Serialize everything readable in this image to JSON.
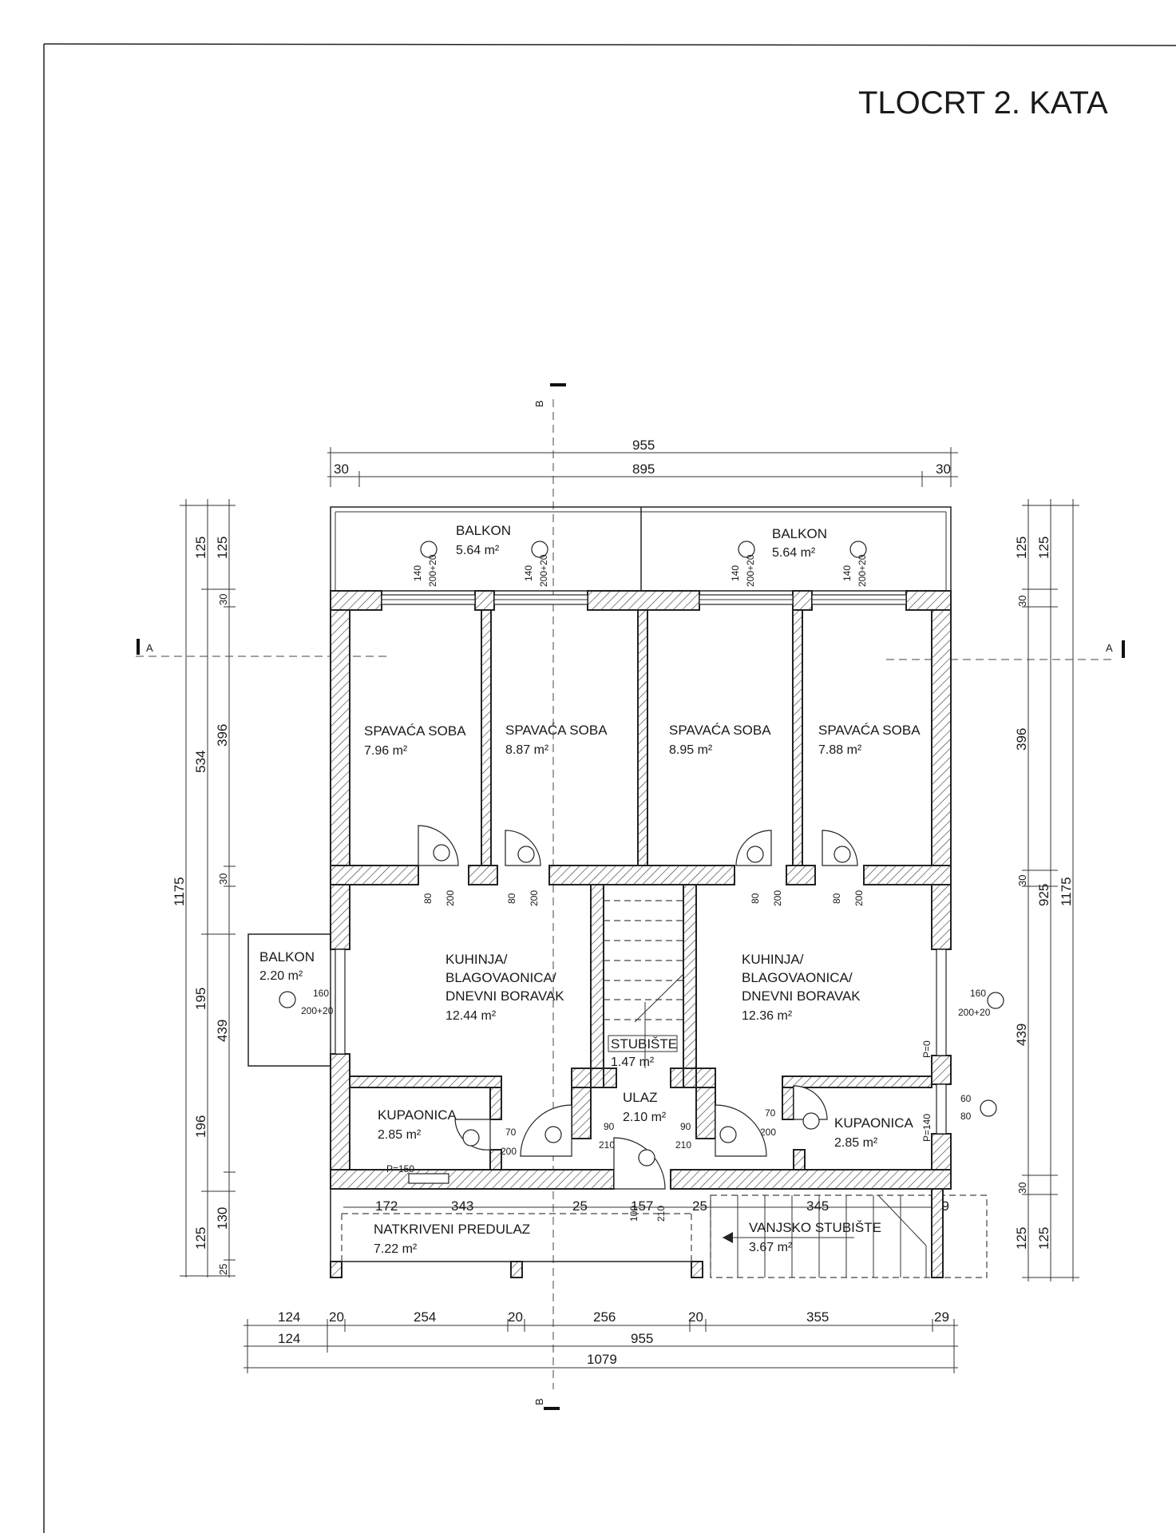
{
  "title": "TLOCRT 2. KATA",
  "section_markers": {
    "a_left": "A",
    "a_right": "A",
    "b_top": "B",
    "b_bottom": "B"
  },
  "rooms": {
    "balkon_top_left": {
      "name": "BALKON",
      "area": "5.64 m²"
    },
    "balkon_top_right": {
      "name": "BALKON",
      "area": "5.64 m²"
    },
    "balkon_side": {
      "name": "BALKON",
      "area": "2.20 m²"
    },
    "bed_1": {
      "name": "SPAVAĆA SOBA",
      "area": "7.96 m²"
    },
    "bed_2": {
      "name": "SPAVAĆA SOBA",
      "area": "8.87 m²"
    },
    "bed_3": {
      "name": "SPAVAĆA SOBA",
      "area": "8.95 m²"
    },
    "bed_4": {
      "name": "SPAVAĆA SOBA",
      "area": "7.88 m²"
    },
    "living_left": {
      "line1": "KUHINJA/",
      "line2": "BLAGOVAONICA/",
      "line3": "DNEVNI BORAVAK",
      "area": "12.44 m²"
    },
    "living_right": {
      "line1": "KUHINJA/",
      "line2": "BLAGOVAONICA/",
      "line3": "DNEVNI BORAVAK",
      "area": "12.36 m²"
    },
    "stair": {
      "name": "STUBIŠTE",
      "area": "1.47 m²"
    },
    "entry": {
      "name": "ULAZ",
      "area": "2.10 m²"
    },
    "bath_left": {
      "name": "KUPAONICA",
      "area": "2.85 m²"
    },
    "bath_right": {
      "name": "KUPAONICA",
      "area": "2.85 m²"
    },
    "passage": {
      "name": "NATKRIVENI PREDULAZ",
      "area": "7.22 m²"
    },
    "ext_stair": {
      "name": "VANJSKO STUBIŠTE",
      "area": "3.67 m²"
    }
  },
  "dimensions": {
    "top_total": "955",
    "top_inner": "895",
    "top_left_30": "30",
    "top_right_30": "30",
    "left_outer": "1175",
    "left_mid": "534",
    "left_195": "195",
    "left_196": "196",
    "left_125_top": "125",
    "left_125_top_b": "125",
    "left_125_bot": "125",
    "left_30_a": "30",
    "left_396": "396",
    "left_30_b": "30",
    "left_439": "439",
    "left_130": "130",
    "left_25": "25",
    "right_1175": "1175",
    "right_925": "925",
    "right_125_top": "125",
    "right_125_top_b": "125",
    "right_30_a": "30",
    "right_396": "396",
    "right_30_b": "30",
    "right_439": "439",
    "right_30_c": "30",
    "right_125_bot": "125",
    "right_125_bot_b": "125",
    "bottom_row1": [
      "124",
      "20",
      "254",
      "20",
      "256",
      "20",
      "355",
      "29"
    ],
    "bottom_row2": [
      "124",
      "955"
    ],
    "bottom_row3": "1079",
    "inner_bottom": [
      "172",
      "343",
      "25",
      "157",
      "25",
      "345",
      "29"
    ]
  },
  "openings": {
    "win_140": "140",
    "win_200_20": "200+20",
    "win_160": "160",
    "door_80": "80",
    "door_200": "200",
    "door_70": "70",
    "door_90": "90",
    "door_210": "210",
    "win_60": "60",
    "win_80": "80",
    "p150": "P=150",
    "p140": "P=140",
    "p0": "P=0",
    "door_100": "100"
  }
}
